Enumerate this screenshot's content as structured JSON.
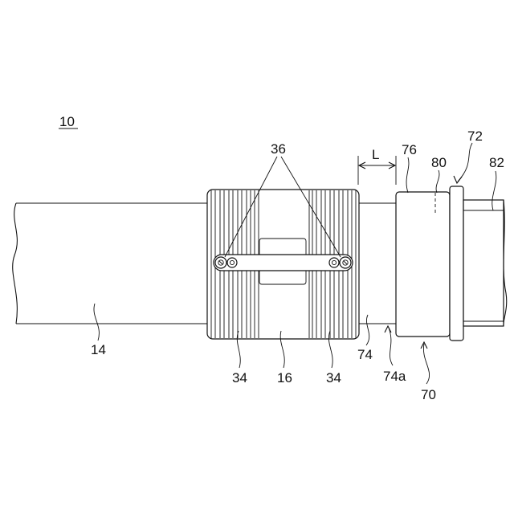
{
  "labels": {
    "figure_ref": "10",
    "pipe": "14",
    "body": "16",
    "ribs_left": "34",
    "ribs_right": "34",
    "fasteners": "36",
    "pipe_section": "74",
    "pipe_end": "74a",
    "fitting": "70",
    "fitting_ring": "72",
    "fitting_sleeve": "76",
    "inner_line": "80",
    "insert": "82",
    "gap": "L"
  }
}
